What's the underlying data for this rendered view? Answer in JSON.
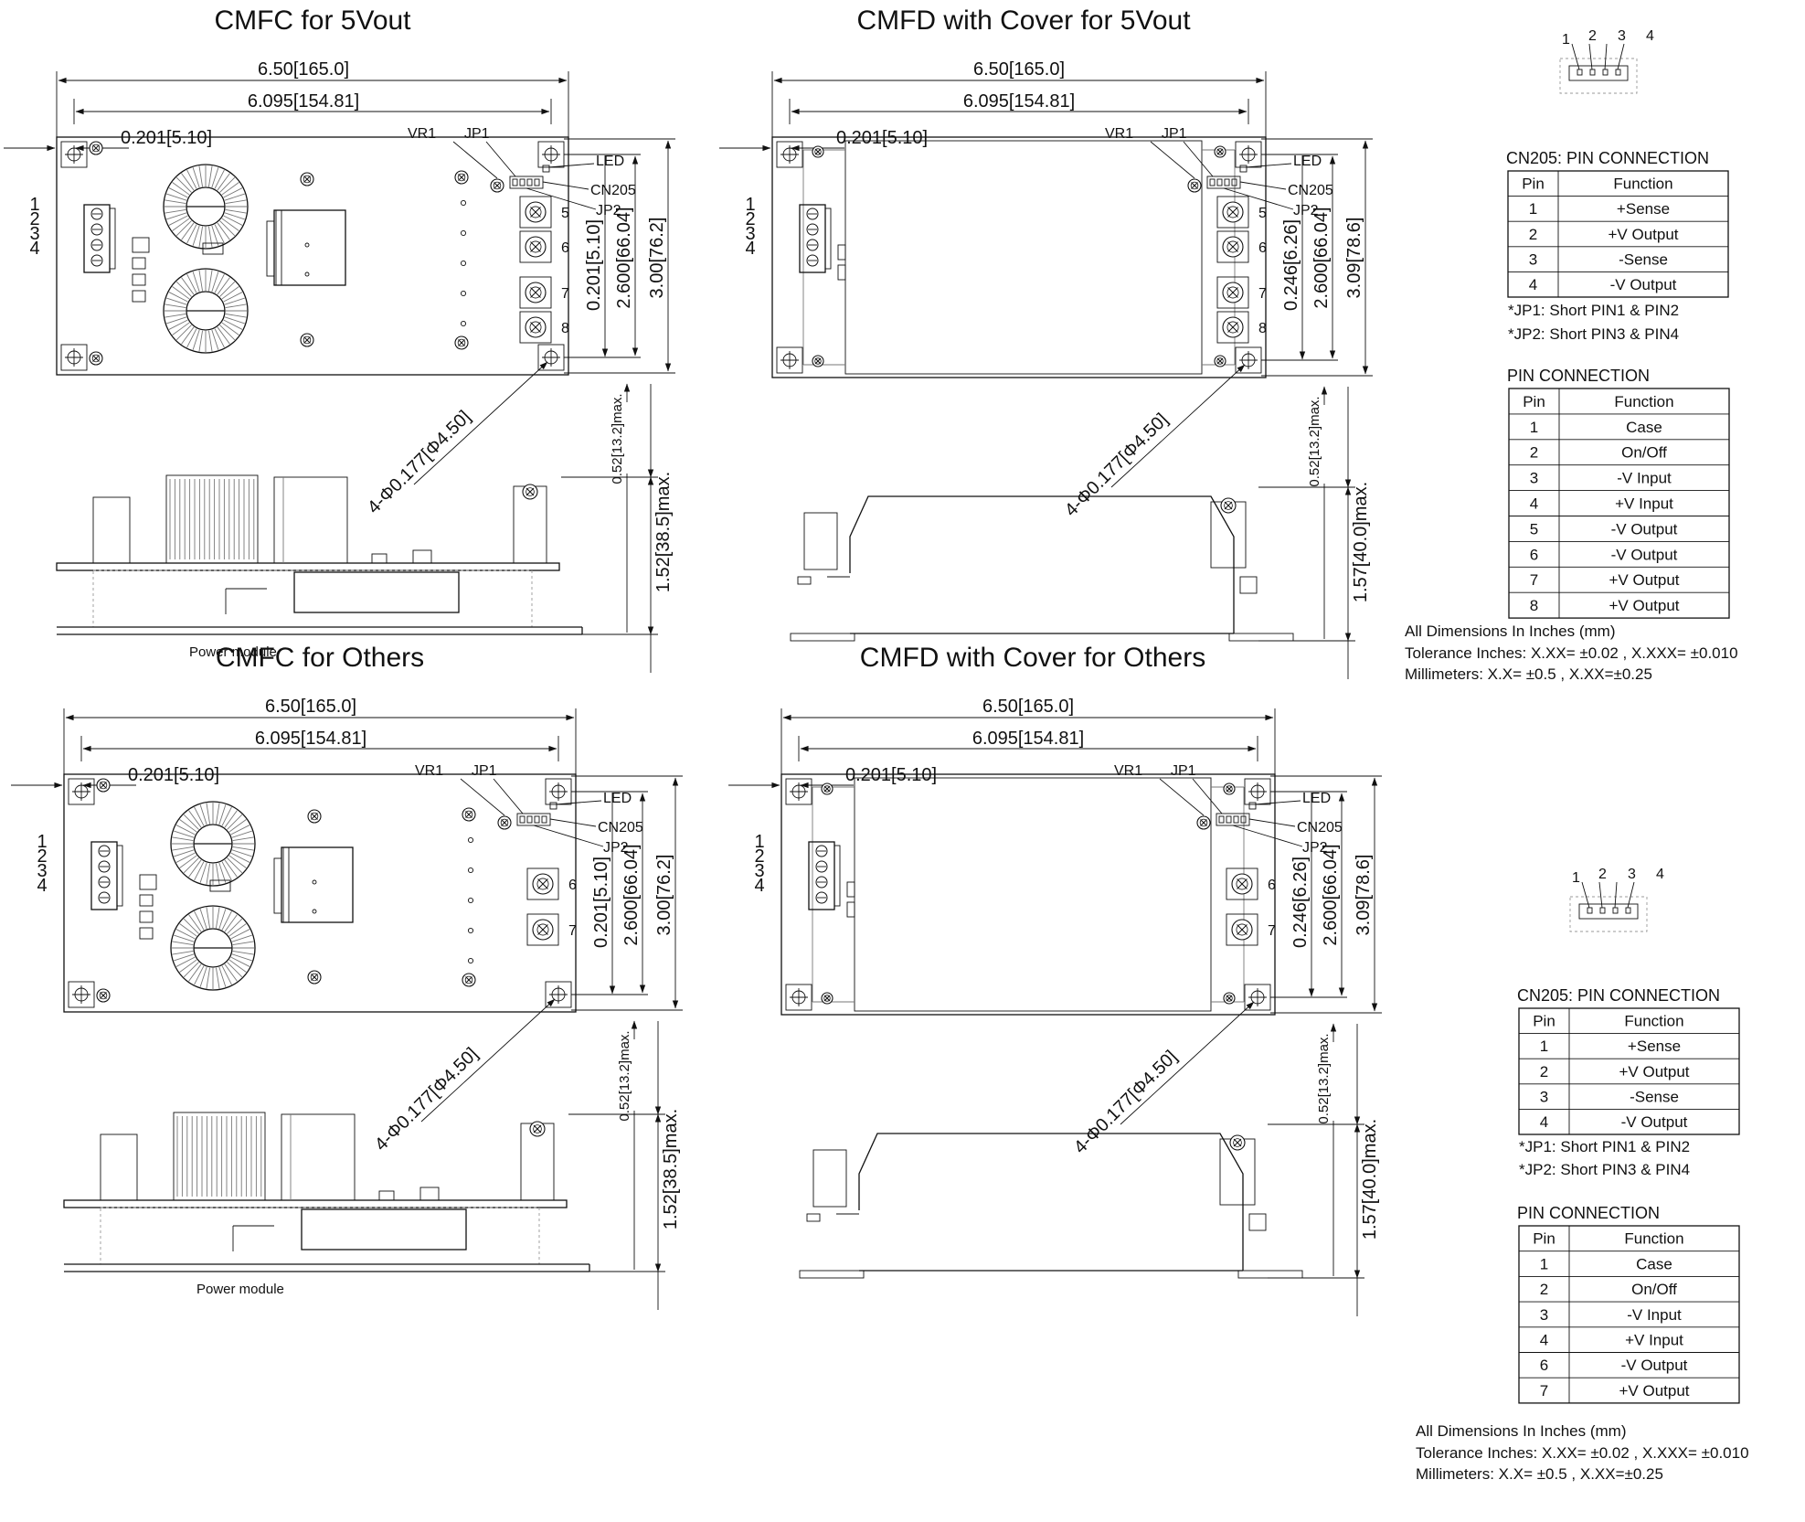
{
  "dims": {
    "overall_len": "6.50[165.0]",
    "hole_span": "6.095[154.81]",
    "hole_offset": "0.201[5.10]",
    "mount_hole": "4-Φ0.177[Φ4.50]",
    "comp_height": "0.52[13.2]max.",
    "cmfc_height": "1.52[38.5]max.",
    "cmfd_height": "1.57[40.0]max.",
    "cmfc_edge": "0.201[5.10]",
    "cmfd_edge": "0.246[6.26]",
    "hole_v_span": "2.600[66.04]",
    "cmfc_width": "3.00[76.2]",
    "cmfd_width": "3.09[78.6]"
  },
  "labels": {
    "vr1": "VR1",
    "jp1": "JP1",
    "jp2": "JP2",
    "led": "LED",
    "cn205": "CN205",
    "power_module": "Power module",
    "p1": "1",
    "p2": "2",
    "p3": "3",
    "p4": "4",
    "p5": "5",
    "p6": "6",
    "p7": "7",
    "p8": "8"
  },
  "panels": {
    "q1": {
      "title": "CMFC for 5Vout"
    },
    "q2": {
      "title": "CMFD with Cover for 5Vout"
    },
    "q3": {
      "title": "CMFC for Others"
    },
    "q4": {
      "title": "CMFD with Cover for Others"
    }
  },
  "tables_top": {
    "cn205_title": "CN205: PIN CONNECTION",
    "header": [
      "Pin",
      "Function"
    ],
    "cn205_rows": [
      [
        "1",
        "+Sense"
      ],
      [
        "2",
        "+V Output"
      ],
      [
        "3",
        "-Sense"
      ],
      [
        "4",
        "-V Output"
      ]
    ],
    "note1": "*JP1: Short PIN1 & PIN2",
    "note2": "*JP2: Short PIN3 & PIN4",
    "pin_title": "PIN CONNECTION",
    "pin_rows": [
      [
        "1",
        "Case"
      ],
      [
        "2",
        "On/Off"
      ],
      [
        "3",
        "-V Input"
      ],
      [
        "4",
        "+V Input"
      ],
      [
        "5",
        "-V Output"
      ],
      [
        "6",
        "-V Output"
      ],
      [
        "7",
        "+V Output"
      ],
      [
        "8",
        "+V Output"
      ]
    ]
  },
  "tables_bottom": {
    "cn205_title": "CN205: PIN CONNECTION",
    "header": [
      "Pin",
      "Function"
    ],
    "cn205_rows": [
      [
        "1",
        "+Sense"
      ],
      [
        "2",
        "+V Output"
      ],
      [
        "3",
        "-Sense"
      ],
      [
        "4",
        "-V Output"
      ]
    ],
    "note1": "*JP1: Short PIN1 & PIN2",
    "note2": "*JP2: Short PIN3 & PIN4",
    "pin_title": "PIN CONNECTION",
    "pin_rows": [
      [
        "1",
        "Case"
      ],
      [
        "2",
        "On/Off"
      ],
      [
        "3",
        "-V Input"
      ],
      [
        "4",
        "+V Input"
      ],
      [
        "6",
        "-V Output"
      ],
      [
        "7",
        "+V Output"
      ]
    ]
  },
  "notes": {
    "line1": "All Dimensions In Inches (mm)",
    "line2": "Tolerance  Inches: X.XX= ±0.02 , X.XXX= ±0.010",
    "line3": "Millimeters: X.X= ±0.5 , X.XX=±0.25"
  }
}
